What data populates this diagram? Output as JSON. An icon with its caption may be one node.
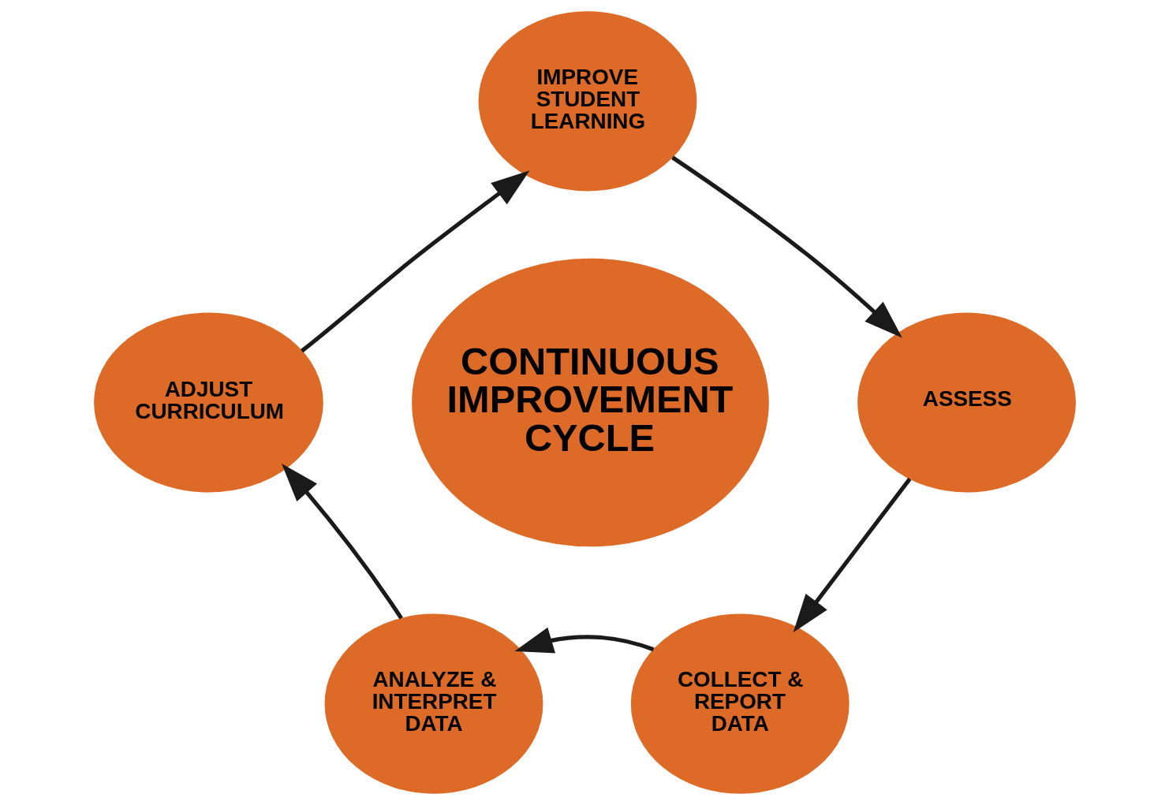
{
  "diagram": {
    "nodes": [
      {
        "text": [
          "IMPROVE STUDENT LEARNING"
        ]
      },
      {
        "text": [
          "ADJUST CURRICULUM"
        ]
      },
      {
        "text": [
          "CONTINUOUS IMPROVEMENT CYCLE"
        ]
      },
      {
        "text": [
          "ASSESS"
        ]
      },
      {
        "text": [
          "ANALYZE & INTERPRET DATA"
        ]
      },
      {
        "text": [
          "COLLECT & REPORT DATA"
        ]
      }
    ],
    "edges": [
      {
        "from": 0,
        "to": 3,
        "arrow": "to"
      },
      {
        "from": 3,
        "to": 5,
        "arrow": "to"
      },
      {
        "from": 5,
        "to": 4,
        "arrow": "to"
      },
      {
        "from": 4,
        "to": 1,
        "arrow": "to"
      },
      {
        "from": 1,
        "to": 0,
        "arrow": "to"
      }
    ]
  }
}
